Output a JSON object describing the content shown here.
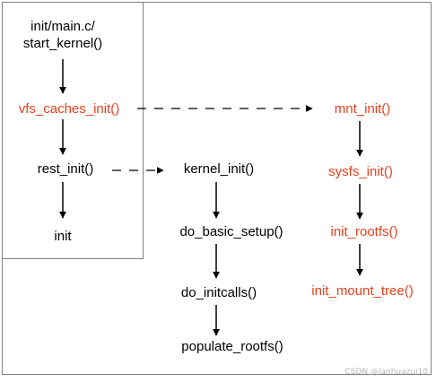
{
  "colors": {
    "text": "#000000",
    "highlight": "#e8401c",
    "frame": "#808080"
  },
  "main_column": {
    "file_line": "init/main.c/",
    "start_kernel": "start_kernel()",
    "vfs_caches_init": "vfs_caches_init()",
    "rest_init": "rest_init()",
    "init": "init"
  },
  "middle_column": {
    "kernel_init": "kernel_init()",
    "do_basic_setup": "do_basic_setup()",
    "do_initcalls": "do_initcalls()",
    "populate_rootfs": "populate_rootfs()"
  },
  "right_column": {
    "mnt_init": "mnt_init()",
    "sysfs_init": "sysfs_init()",
    "init_rootfs": "init_rootfs()",
    "init_mount_tree": "init_mount_tree()"
  },
  "watermark": "CSDN @lanhuazui10"
}
